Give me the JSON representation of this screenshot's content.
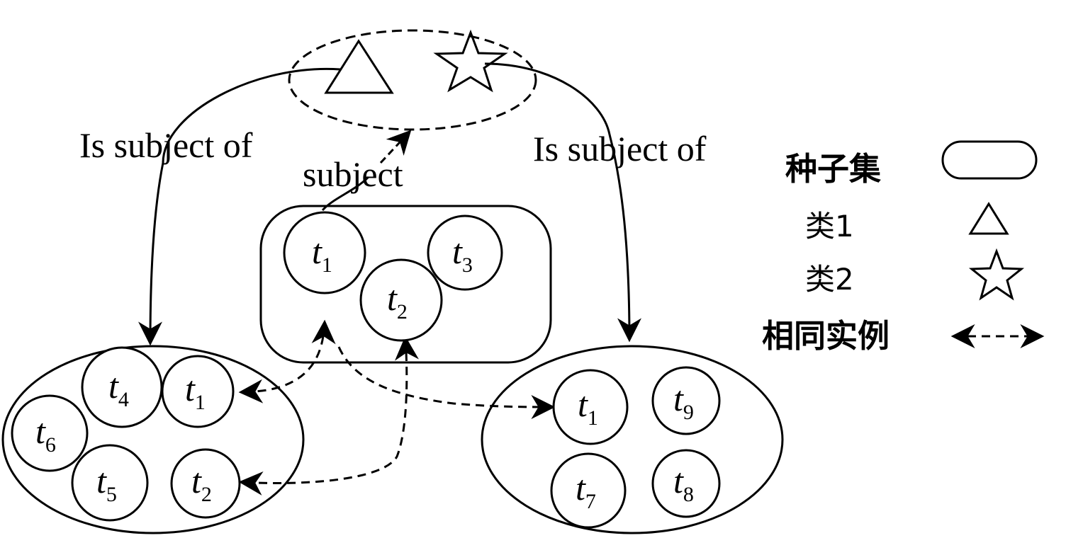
{
  "labels": {
    "is_subject_of_left": "Is subject of",
    "is_subject_of_right": "Is subject of",
    "subject": "subject"
  },
  "legend": {
    "seed_set": "种子集",
    "class1": "类1",
    "class2": "类2",
    "same_instance": "相同实例"
  },
  "nodes": {
    "center": [
      {
        "base": "t",
        "sub": "1"
      },
      {
        "base": "t",
        "sub": "2"
      },
      {
        "base": "t",
        "sub": "3"
      }
    ],
    "left": [
      {
        "base": "t",
        "sub": "4"
      },
      {
        "base": "t",
        "sub": "1"
      },
      {
        "base": "t",
        "sub": "6"
      },
      {
        "base": "t",
        "sub": "5"
      },
      {
        "base": "t",
        "sub": "2"
      }
    ],
    "right": [
      {
        "base": "t",
        "sub": "1"
      },
      {
        "base": "t",
        "sub": "9"
      },
      {
        "base": "t",
        "sub": "7"
      },
      {
        "base": "t",
        "sub": "8"
      }
    ]
  }
}
